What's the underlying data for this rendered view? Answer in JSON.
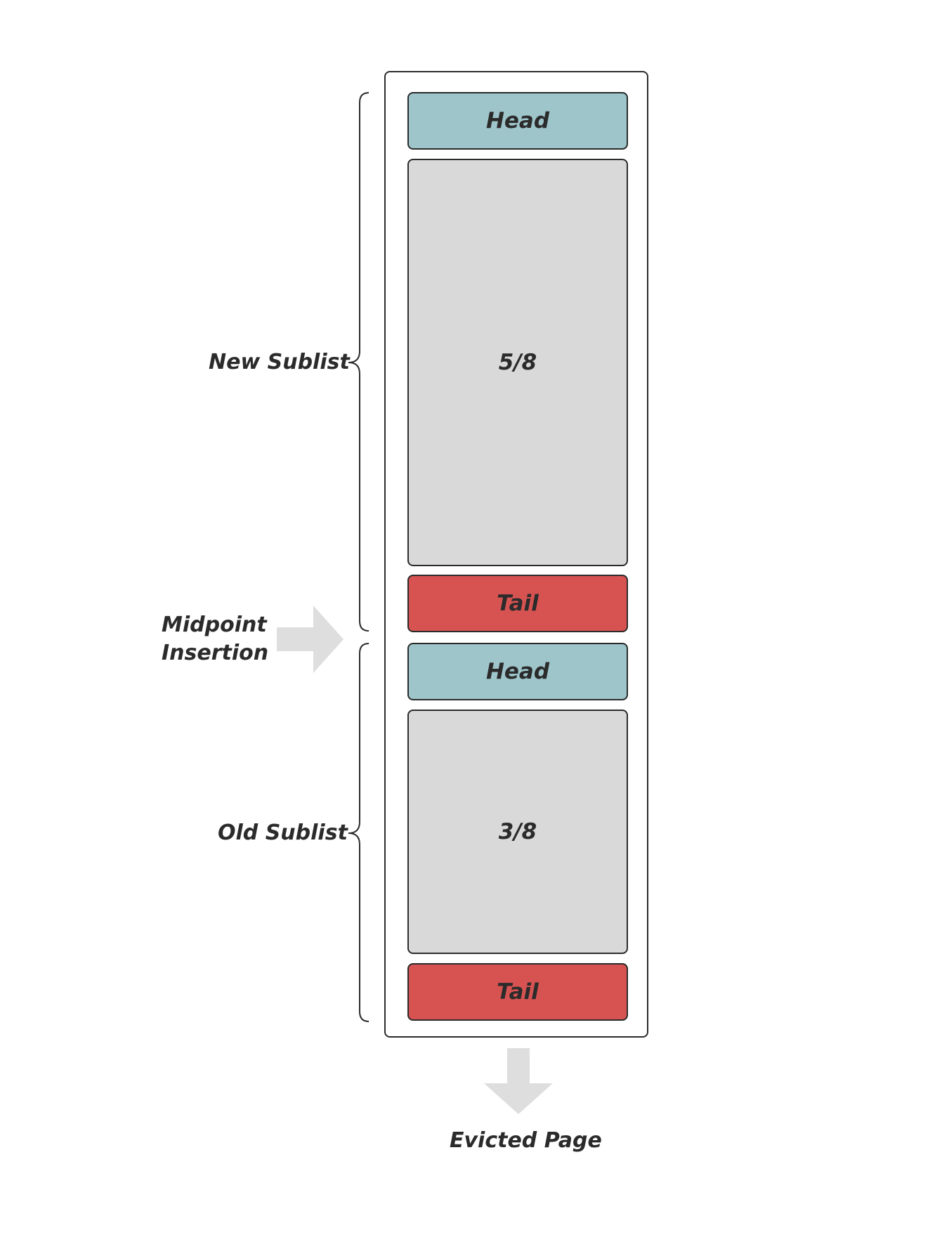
{
  "blocks": {
    "new_head": "Head",
    "new_body": "5/8",
    "new_tail": "Tail",
    "old_head": "Head",
    "old_body": "3/8",
    "old_tail": "Tail"
  },
  "labels": {
    "new_sublist": "New Sublist",
    "midpoint_line1": "Midpoint",
    "midpoint_line2": "Insertion",
    "old_sublist": "Old Sublist",
    "evicted_page": "Evicted Page"
  },
  "colors": {
    "head": "#9dc5ca",
    "tail": "#d75351",
    "body": "#d9d9d9",
    "arrow": "#dedede",
    "stroke": "#2b2b2b"
  }
}
